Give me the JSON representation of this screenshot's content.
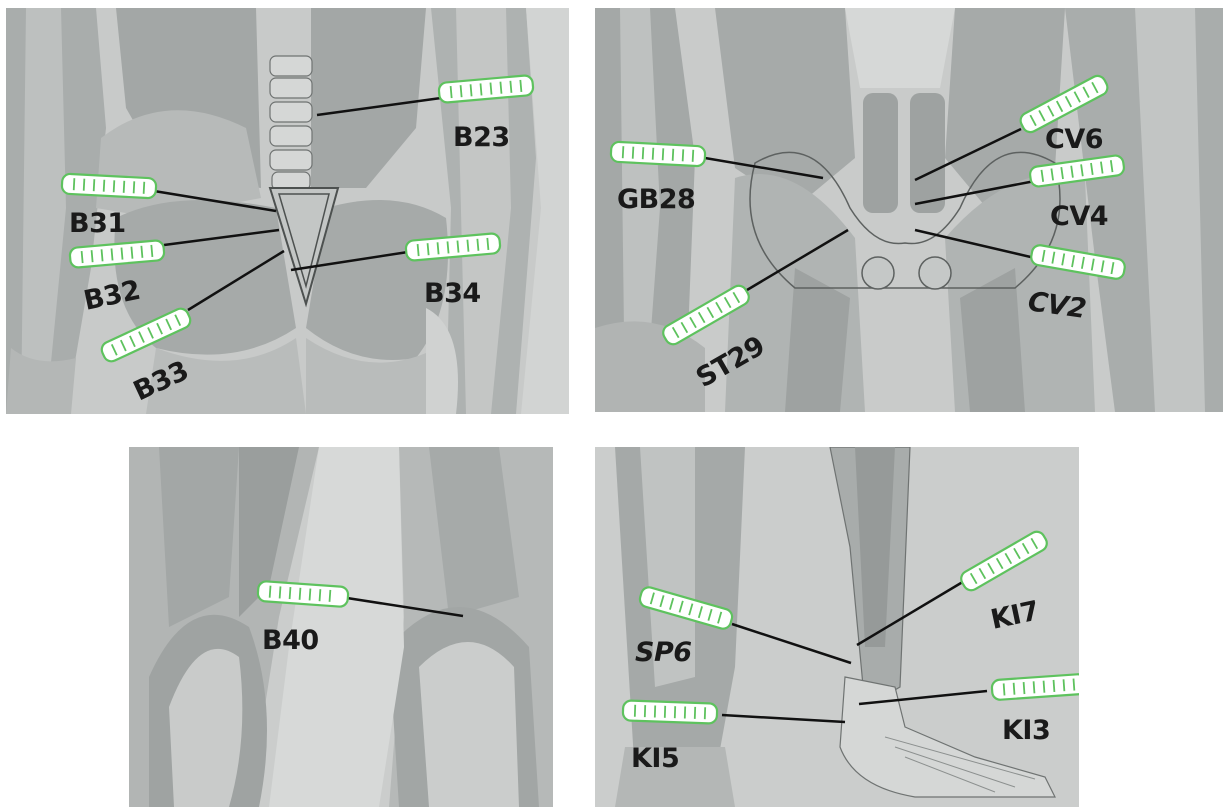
{
  "panels": [
    {
      "name": "lower-back-panel",
      "points": [
        "B23",
        "B31",
        "B32",
        "B33",
        "B34"
      ]
    },
    {
      "name": "lower-abdomen-panel",
      "points": [
        "GB28",
        "CV6",
        "CV4",
        "ST29",
        "CV2"
      ]
    },
    {
      "name": "back-of-knee-panel",
      "points": [
        "B40"
      ]
    },
    {
      "name": "lower-leg-ankle-panel",
      "points": [
        "SP6",
        "KI7",
        "KI5",
        "KI3"
      ]
    }
  ],
  "labels": {
    "b23": "B23",
    "b31": "B31",
    "b32": "B32",
    "b33": "B33",
    "b34": "B34",
    "gb28": "GB28",
    "cv6": "CV6",
    "cv4": "CV4",
    "st29": "ST29",
    "cv2": "CV2",
    "b40": "B40",
    "sp6": "SP6",
    "ki7": "KI7",
    "ki5": "KI5",
    "ki3": "KI3"
  },
  "colors": {
    "needle_stroke": "#5ec25e",
    "leader_line": "#111111",
    "panel_background": "#c9cbca",
    "muscle_dark": "#9ea2a1",
    "muscle_light": "#dcdedd"
  }
}
